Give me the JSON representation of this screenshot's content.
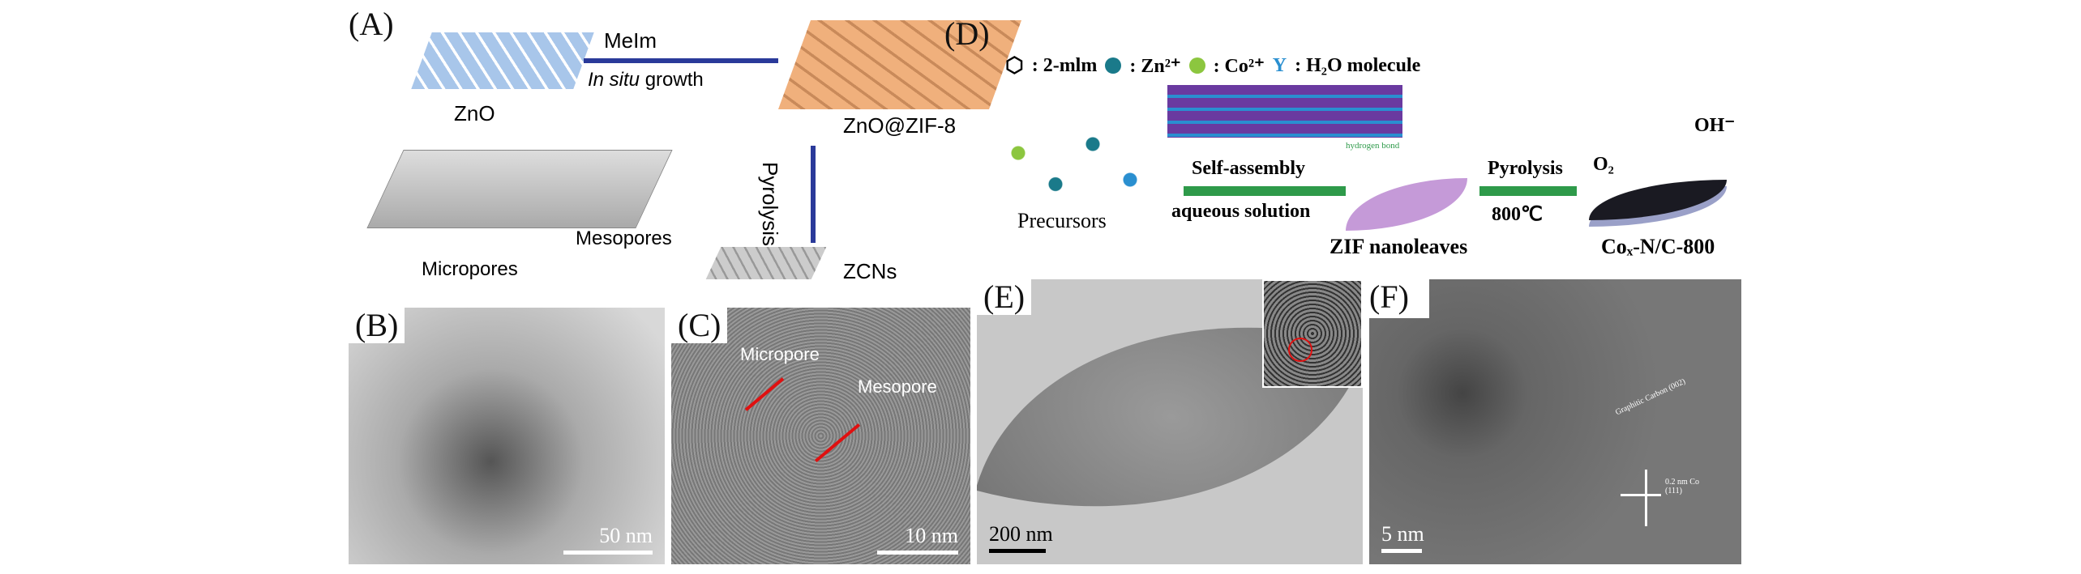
{
  "panelA": {
    "label": "(A)",
    "zno": "ZnO",
    "melm": "MeIm",
    "insitu": "In situ",
    "growth": " growth",
    "znozif": "ZnO@ZIF-8",
    "pyrolysis": "Pyrolysis",
    "micropores": "Micropores",
    "mesopores": "Mesopores",
    "zcns": "ZCNs"
  },
  "panelB": {
    "label": "(B)",
    "scale": "50 nm"
  },
  "panelC": {
    "label": "(C)",
    "micropore": "Micropore",
    "mesopore": "Mesopore",
    "scale": "10 nm"
  },
  "panelD": {
    "label": "(D)",
    "legend": [
      ": 2-mlm",
      ": Zn²⁺",
      ": Co²⁺",
      ": H₂O molecule"
    ],
    "precursors": "Precursors",
    "selfassembly": "Self-assembly",
    "aqueous": "aqueous solution",
    "zif": "ZIF nanoleaves",
    "hbond": "hydrogen bond",
    "pyrolysis": "Pyrolysis",
    "temp": "800℃",
    "o2": "O₂",
    "oh": "OH⁻",
    "product": "Coₓ-N/C-800"
  },
  "panelE": {
    "label": "(E)",
    "scale": "200 nm"
  },
  "panelF": {
    "label": "(F)",
    "scale": "5 nm",
    "graphitic": "Graphitic Carbon (002)",
    "lattice": "0.2 nm Co (111)"
  },
  "colors": {
    "arrowBlue": "#2a3a9a",
    "arrowGreen": "#2e9a4a",
    "zif": "#b07fc8",
    "zn": "#1a7a8a",
    "co": "#8cc63f",
    "h2o": "#2a8fd0"
  }
}
